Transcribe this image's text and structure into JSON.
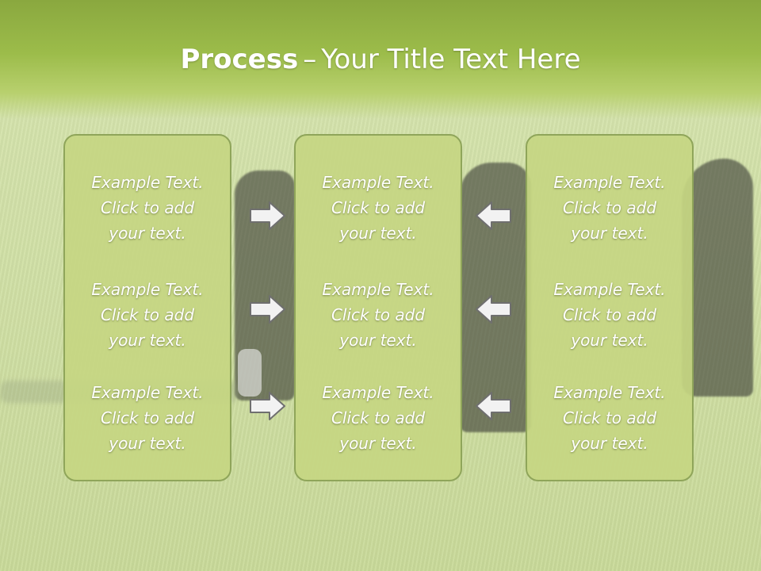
{
  "slide": {
    "title_bold": "Process",
    "title_sep": "–",
    "title_rest": "Your Title Text Here",
    "columns": [
      {
        "items": [
          {
            "lines": [
              "Example Text.",
              "Click  to add",
              "your text."
            ]
          },
          {
            "lines": [
              "Example Text.",
              "Click  to add",
              "your text."
            ]
          },
          {
            "lines": [
              "Example Text.",
              "Click  to add",
              "your text."
            ]
          }
        ]
      },
      {
        "items": [
          {
            "lines": [
              "Example Text.",
              "Click  to add",
              "your text."
            ]
          },
          {
            "lines": [
              "Example Text.",
              "Click  to add",
              "your text."
            ]
          },
          {
            "lines": [
              "Example Text.",
              "Click  to add",
              "your text."
            ]
          }
        ]
      },
      {
        "items": [
          {
            "lines": [
              "Example Text.",
              "Click  to add",
              "your text."
            ]
          },
          {
            "lines": [
              "Example Text.",
              "Click  to add",
              "your text."
            ]
          },
          {
            "lines": [
              "Example Text.",
              "Click  to add",
              "your text."
            ]
          }
        ]
      }
    ],
    "arrows_left": [
      "arrow-right-icon",
      "arrow-right-icon",
      "arrow-right-icon"
    ],
    "arrows_right": [
      "arrow-left-icon",
      "arrow-left-icon",
      "arrow-left-icon"
    ]
  },
  "colors": {
    "header": "#9cbc4a",
    "box_fill": "#c6d682",
    "box_border": "#8fa55a",
    "text": "#ffffff"
  }
}
